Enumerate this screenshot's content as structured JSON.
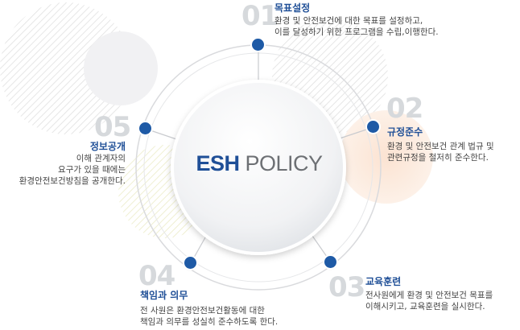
{
  "center": {
    "part1": "ESH",
    "part2": "POLICY"
  },
  "items": [
    {
      "num": "01",
      "title": "목표설정",
      "lines": [
        "환경 및 안전보건에 대한 목표를 설정하고,",
        "이를 달성하기 위한 프로그램을 수립,이행한다."
      ]
    },
    {
      "num": "02",
      "title": "규정준수",
      "lines": [
        "환경 및 안전보건 관계 법규 및",
        "관련규정을 철저히 준수한다."
      ]
    },
    {
      "num": "03",
      "title": "교육훈련",
      "lines": [
        "전사원에게 환경 및 안전보건 목표를",
        "이해시키고, 교육훈련을 실시한다."
      ]
    },
    {
      "num": "04",
      "title": "책임과 의무",
      "lines": [
        "전 사원은 환경안전보건활동에 대한",
        "책임과 의무를 성실히 준수하도록 한다."
      ]
    },
    {
      "num": "05",
      "title": "정보공개",
      "lines": [
        "이해 관계자의",
        "요구가 있을 때에는",
        "환경안전보건방침을 공개한다."
      ]
    }
  ],
  "colors": {
    "accent": "#1f4f97",
    "dot": "#1e5aa6",
    "number": "#d6d9dc"
  }
}
